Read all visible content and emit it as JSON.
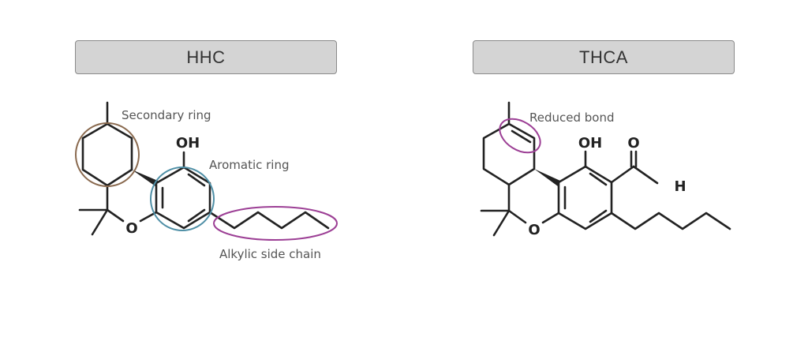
{
  "panels": [
    {
      "title": "HHC",
      "atoms": {
        "hydroxyl": "OH",
        "ether_oxygen": "O"
      },
      "annotations": {
        "secondary_ring": "Secondary ring",
        "aromatic_ring": "Aromatic ring",
        "side_chain": "Alkylic side chain"
      }
    },
    {
      "title": "THCA",
      "atoms": {
        "hydroxyl": "OH",
        "ether_oxygen": "O",
        "carbonyl_oxygen": "O",
        "hydrogen": "H"
      },
      "annotations": {
        "reduced_bond": "Reduced bond"
      }
    }
  ],
  "colors": {
    "secondary_ring": "#8a6a4f",
    "aromatic_ring": "#4f8fa6",
    "highlight": "#9c3f95"
  }
}
